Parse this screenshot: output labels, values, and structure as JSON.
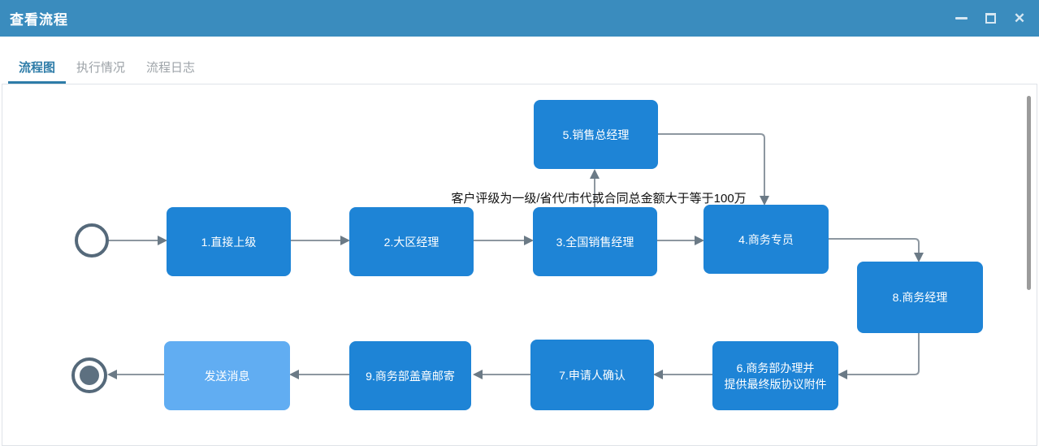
{
  "window": {
    "title": "查看流程",
    "close_icon": "✕"
  },
  "tabs": {
    "flow_diagram": "流程图",
    "execution_status": "执行情况",
    "process_log": "流程日志"
  },
  "flowchart": {
    "condition_label": "客户评级为一级/省代/市代或合同总金额大于等于100万",
    "nodes": {
      "n1": "1.直接上级",
      "n2": "2.大区经理",
      "n3": "3.全国销售经理",
      "n4": "4.商务专员",
      "n5": "5.销售总经理",
      "n6": "6.商务部办理并\n提供最终版协议附件",
      "n7": "7.申请人确认",
      "n8": "8.商务经理",
      "n9": "9.商务部盖章邮寄",
      "send_message": "发送消息"
    },
    "colors": {
      "node_fill": "#1E84D6",
      "node_fill_light": "#61ADF2",
      "connector_line": "#8D97A0",
      "arrowhead": "#6B7A86",
      "event_border": "#55697A",
      "title_bar": "#3A8CBE",
      "active_tab": "#2E7CA8"
    }
  }
}
